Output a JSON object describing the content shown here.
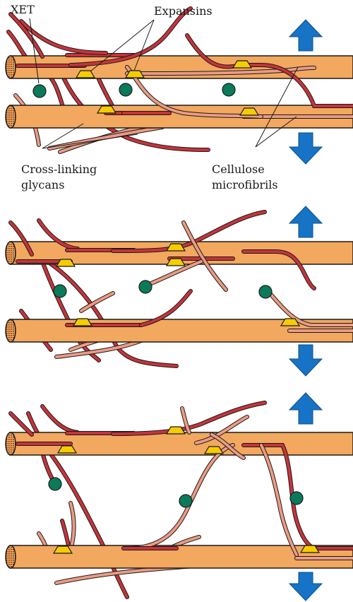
{
  "labels": {
    "xet": "XET",
    "expansins": "Expansins",
    "glycans_line1": "Cross-linking",
    "glycans_line2": "glycans",
    "cellulose_line1": "Cellulose",
    "cellulose_line2": "microfibrils"
  },
  "panels": [
    {
      "id": "panel-1",
      "stage": "initial"
    },
    {
      "id": "panel-2",
      "stage": "loosening"
    },
    {
      "id": "panel-3",
      "stage": "extended"
    }
  ],
  "colors": {
    "microfibril_fill": "#f2a85f",
    "microfibril_stroke": "#1a1a1a",
    "microfibril_end": "#7a3a12",
    "glycan_dark": "#c5343a",
    "glycan_light": "#ec9b84",
    "expansin": "#f6cc00",
    "xet": "#0b7a5a",
    "arrow": "#1673c6"
  }
}
